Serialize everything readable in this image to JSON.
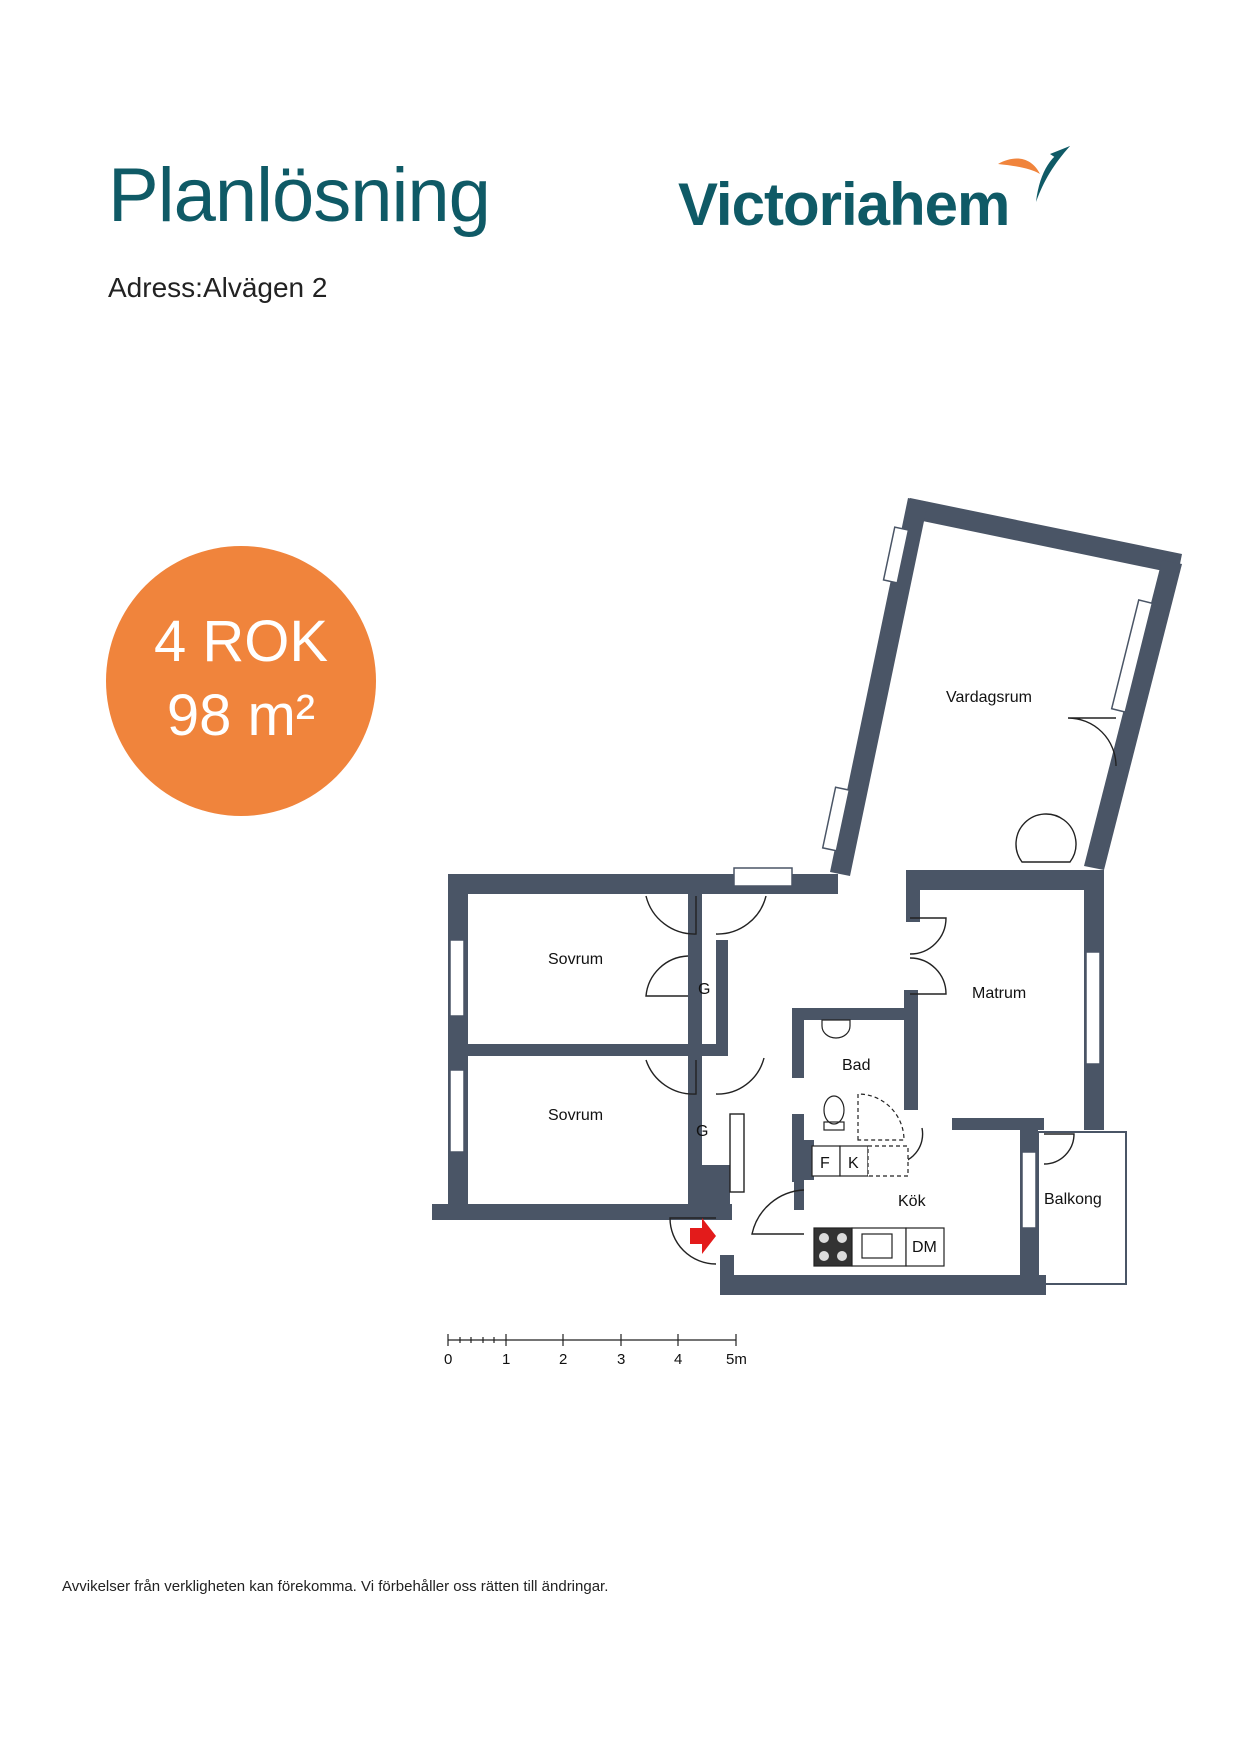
{
  "header": {
    "title": "Planlösning",
    "address_label": "Adress:",
    "address_value": "Alvägen 2"
  },
  "logo": {
    "text": "Victoriahem",
    "colors": {
      "text": "#0f5a66",
      "swoosh_orange": "#f0843c",
      "swoosh_teal": "#0f5a66"
    }
  },
  "badge": {
    "rooms": "4 ROK",
    "area": "98 m²",
    "color": "#f0843c"
  },
  "floorplan": {
    "wall_color": "#4a5566",
    "rooms": {
      "living": "Vardagsrum",
      "bedroom_1": "Sovrum",
      "bedroom_2": "Sovrum",
      "wardrobe_1": "G",
      "wardrobe_2": "G",
      "dining": "Matrum",
      "bathroom": "Bad",
      "kitchen": "Kök",
      "balcony": "Balkong",
      "fridge": "F",
      "freezer": "K",
      "dishwasher": "DM"
    },
    "entrance_arrow_color": "#e31b1b"
  },
  "scale": {
    "ticks": [
      "0",
      "1",
      "2",
      "3",
      "4",
      "5m"
    ]
  },
  "footer": {
    "disclaimer": "Avvikelser från verkligheten kan förekomma. Vi förbehåller oss rätten till ändringar."
  }
}
